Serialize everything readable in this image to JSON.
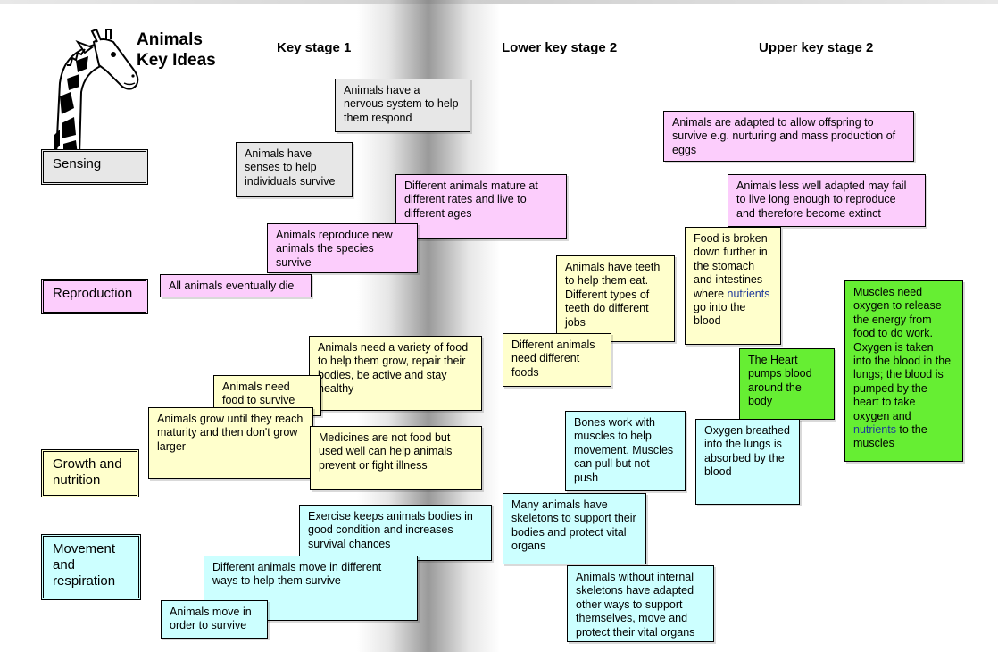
{
  "title": {
    "line1": "Animals",
    "line2": "Key Ideas"
  },
  "stages": {
    "ks1": "Key stage 1",
    "lks2": "Lower key stage 2",
    "uks2": "Upper key stage 2"
  },
  "categories": {
    "sensing": "Sensing",
    "reproduction": "Reproduction",
    "growth": "Growth and nutrition",
    "movement": "Movement and respiration"
  },
  "colors": {
    "sensing": "#e7e7e7",
    "reproduction": "#fccdfc",
    "growth": "#ffffcc",
    "movement": "#ccffff",
    "circulation": "#66ee33"
  },
  "boxes": {
    "nervous_system": "Animals have a nervous system to help them respond",
    "senses": "Animals have senses to help individuals survive",
    "offspring_adapted": "Animals are adapted to allow offspring to survive e.g. nurturing and mass production of eggs",
    "mature_rates": "Different animals mature at different rates and live to different ages",
    "less_adapted": "Animals less well adapted may fail to live long enough to reproduce and therefore become extinct",
    "reproduce": "Animals reproduce new animals the species survive",
    "eventually_die": "All animals eventually die",
    "food_broken_before": "Food is broken down further in the stomach and intestines where ",
    "food_broken_nutrients": "nutrients",
    "food_broken_after": " go into the blood",
    "teeth": "Animals have teeth to help them eat. Different types of teeth do different jobs",
    "muscles_before": "Muscles need oxygen to release the energy from food to do work. Oxygen is taken into the blood in the lungs; the blood is pumped by the heart to take oxygen and ",
    "muscles_nutrients": "nutrients",
    "muscles_after": " to the muscles",
    "variety_food": "Animals need a variety of food to help them grow, repair their bodies, be active and stay healthy",
    "different_foods": "Different animals need different foods",
    "heart": "The Heart pumps blood around the body",
    "need_food": "Animals need food to survive",
    "grow_maturity": "Animals grow until they reach maturity and then don't grow larger",
    "medicines": "Medicines are not food but used well can help animals prevent or fight illness",
    "bones": "Bones work with muscles to help movement. Muscles can pull but not push",
    "oxygen": "Oxygen breathed into the lungs is absorbed by the blood",
    "skeletons": "Many animals have skeletons to support their bodies and protect vital organs",
    "exercise": "Exercise keeps animals bodies in good condition and increases survival chances",
    "move_different": "Different animals move in different ways to help them survive",
    "move_survive": "Animals move in order to survive",
    "no_skeleton": "Animals without internal skeletons have adapted other ways to support themselves, move and protect their vital organs"
  }
}
